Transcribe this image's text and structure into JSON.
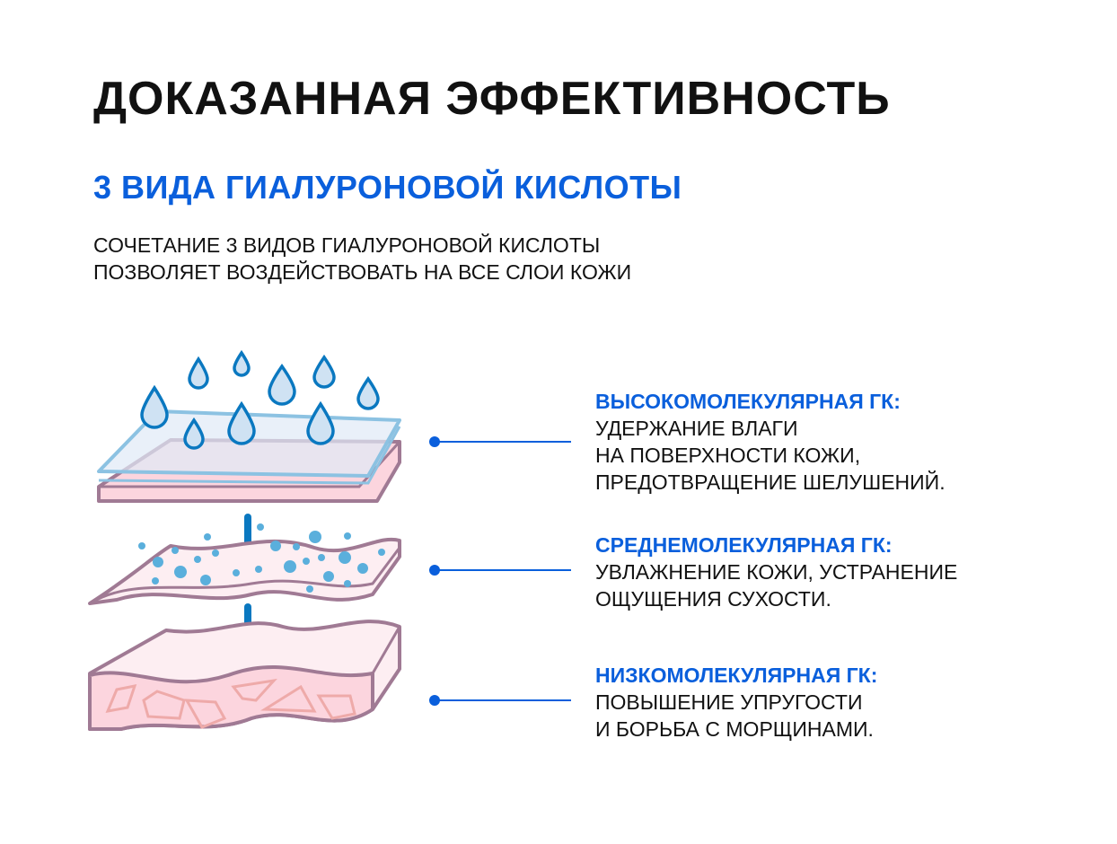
{
  "title": "ДОКАЗАННАЯ ЭФФЕКТИВНОСТЬ",
  "subtitle": "3 ВИДА ГИАЛУРОНОВОЙ КИСЛОТЫ",
  "intro": [
    "СОЧЕТАНИЕ 3 ВИДОВ ГИАЛУРОНОВОЙ КИСЛОТЫ",
    "ПОЗВОЛЯЕТ ВОЗДЕЙСТВОВАТЬ НА ВСЕ СЛОИ КОЖИ"
  ],
  "callouts": [
    {
      "heading": "ВЫСОКОМОЛЕКУЛЯРНАЯ ГК:",
      "lines": [
        "УДЕРЖАНИЕ ВЛАГИ",
        "НА ПОВЕРХНОСТИ КОЖИ,",
        "ПРЕДОТВРАЩЕНИЕ ШЕЛУШЕНИЙ."
      ]
    },
    {
      "heading": "СРЕДНЕМОЛЕКУЛЯРНАЯ ГК:",
      "lines": [
        "УВЛАЖНЕНИЕ КОЖИ, УСТРАНЕНИЕ",
        "ОЩУЩЕНИЯ СУХОСТИ."
      ]
    },
    {
      "heading": "НИЗКОМОЛЕКУЛЯРНАЯ ГК:",
      "lines": [
        "ПОВЫШЕНИЕ УПРУГОСТИ",
        "И БОРЬБА С МОРЩИНАМИ."
      ]
    }
  ],
  "colors": {
    "accent": "#0a5fdc",
    "skin_outline": "#a07a94",
    "skin_fill": "#fcd5de",
    "drop": "#0a78c0",
    "drop_fill": "#cfe2f3"
  }
}
